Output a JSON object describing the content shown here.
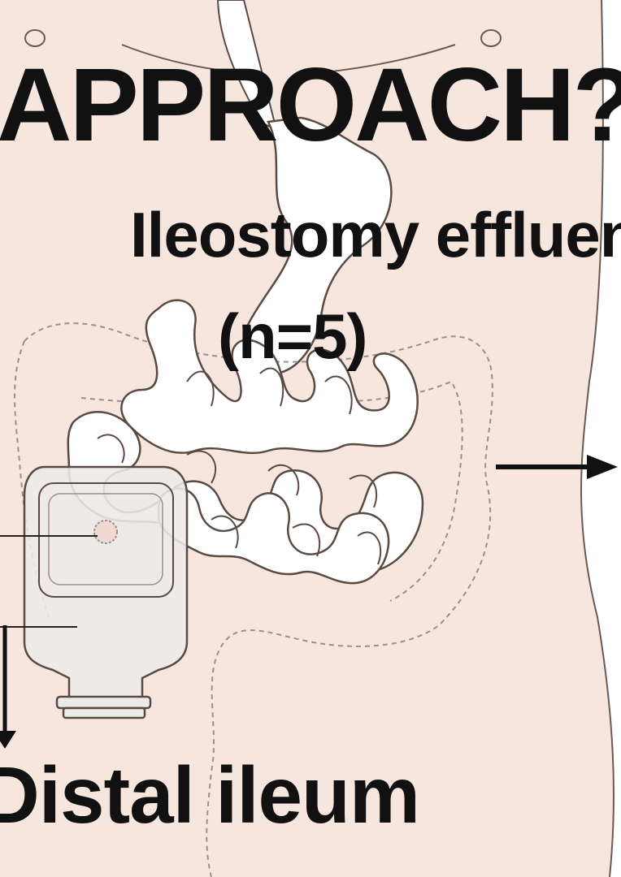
{
  "heading": "APPROACH?",
  "label_effluent": "Ileostomy effluent",
  "label_n": "(n=5)",
  "label_distal": "Distal ileum",
  "colors": {
    "skin": "#f7e6de",
    "outline": "#5a4a44",
    "organ_fill": "#ffffff",
    "dashed": "#9a8e8e",
    "bag": "#eceae8",
    "text": "#111111"
  },
  "icons": [
    "arrow-right-icon",
    "arrow-down-icon"
  ]
}
